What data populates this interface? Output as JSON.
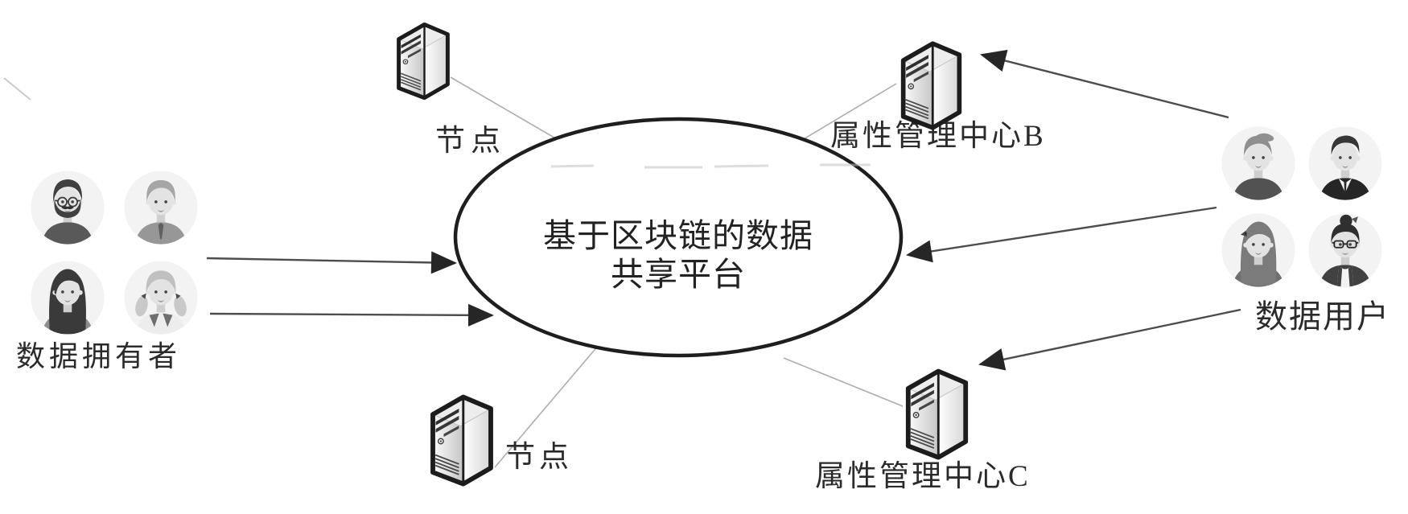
{
  "platform": {
    "line1": "基于区块链的数据",
    "line2": "共享平台"
  },
  "owners": {
    "label": "数据拥有者",
    "avatars": [
      "man-glasses-beard",
      "young-man",
      "woman-long-hair",
      "girl-pigtails"
    ]
  },
  "users": {
    "label": "数据用户",
    "avatars": [
      "man-quiff",
      "businessman",
      "woman-bow",
      "woman-bun-glasses"
    ]
  },
  "nodes": {
    "top": {
      "label": "节点"
    },
    "bottom": {
      "label": "节点"
    }
  },
  "centers": {
    "b": {
      "label": "属性管理中心B"
    },
    "c": {
      "label": "属性管理中心C"
    }
  },
  "icons": {
    "server": "server-tower-icon"
  },
  "colors": {
    "ellipse_stroke": "#1e1e1e",
    "connector_line": "#adadad",
    "arrow_line": "#4d4d4d",
    "arrow_head": "#262626",
    "label_text": "#2b2b2b"
  }
}
